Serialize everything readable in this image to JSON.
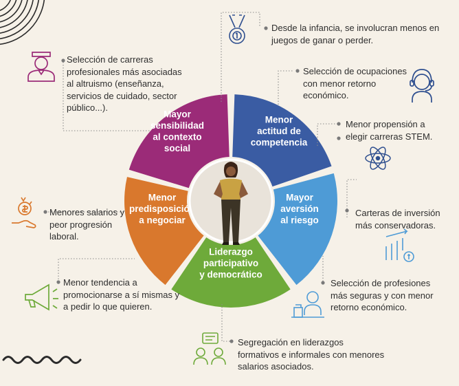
{
  "colors": {
    "background": "#f6f1e8",
    "sensibilidad": "#9b2b78",
    "competencia": "#3a5ca3",
    "riesgo": "#4e9bd6",
    "liderazgo": "#6eaa3a",
    "negociar": "#d9782d",
    "center_ring": "#e9e3da",
    "connector": "#8a8a8a"
  },
  "segments": [
    {
      "id": "sensibilidad",
      "lines": [
        "Mayor",
        "sensibilidad",
        "al contexto",
        "social"
      ]
    },
    {
      "id": "competencia",
      "lines": [
        "Menor",
        "actitud de",
        "competencia"
      ]
    },
    {
      "id": "riesgo",
      "lines": [
        "Mayor",
        "aversión",
        "al riesgo"
      ]
    },
    {
      "id": "liderazgo",
      "lines": [
        "Liderazgo",
        "participativo",
        "y democrático"
      ]
    },
    {
      "id": "negociar",
      "lines": [
        "Menor",
        "predisposición",
        "a negociar"
      ]
    }
  ],
  "notes": {
    "infancia": "Desde la infancia, se involucran menos en juegos de ganar o perder.",
    "ocupaciones": "Selección de ocupaciones con menor retorno económico.",
    "stem": "Menor propensión a elegir carreras STEM.",
    "carreras": "Selección de carreras profesionales más asociadas al altruismo (enseñanza, servicios de cuidado, sector público...).",
    "salarios": "Menores salarios y peor progresión laboral.",
    "inversion": "Carteras de inversión más conservadoras.",
    "promocion": "Menor tendencia a promocionarse a sí mismas y a pedir lo que quieren.",
    "profesiones": "Selección de profesiones más seguras y con menor retorno económico.",
    "segregacion": "Segregación en liderazgos formativos e informales con menores  salarios asociados."
  }
}
